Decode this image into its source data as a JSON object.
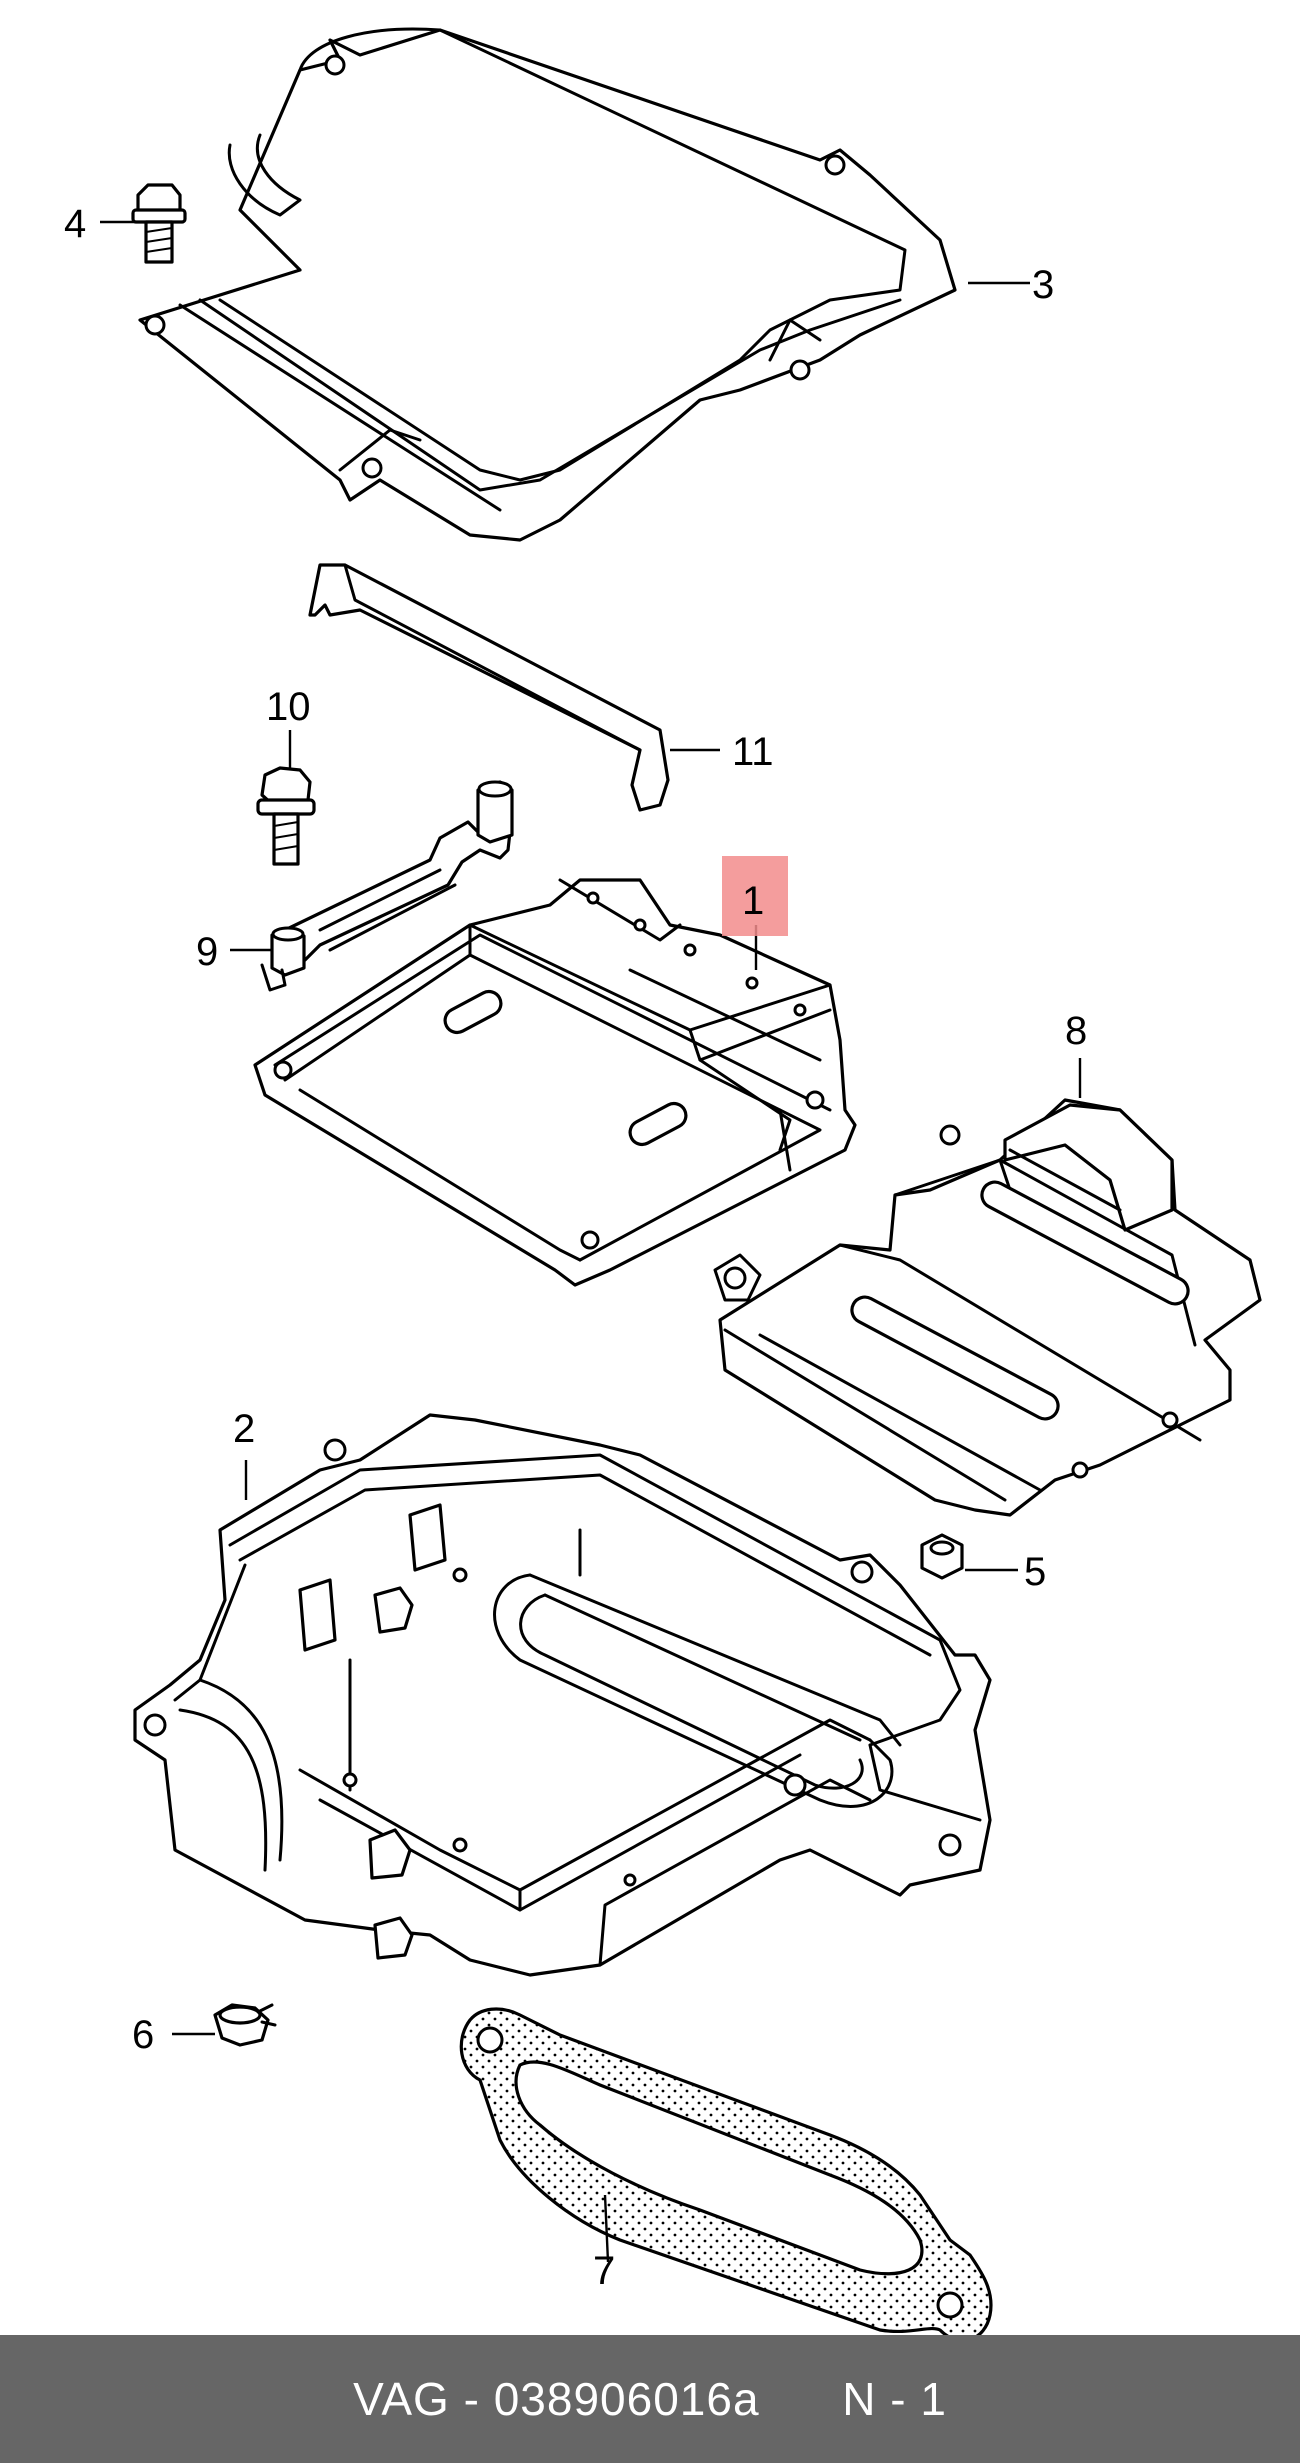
{
  "part_labels": {
    "p1": "1",
    "p2": "2",
    "p3": "3",
    "p4": "4",
    "p5": "5",
    "p6": "6",
    "p7": "7",
    "p8": "8",
    "p9": "9",
    "p10": "10",
    "p11": "11"
  },
  "highlight_color": "#f28c8c",
  "footer": {
    "text": "VAG - 038906016a      N - 1",
    "background": "#666666"
  }
}
